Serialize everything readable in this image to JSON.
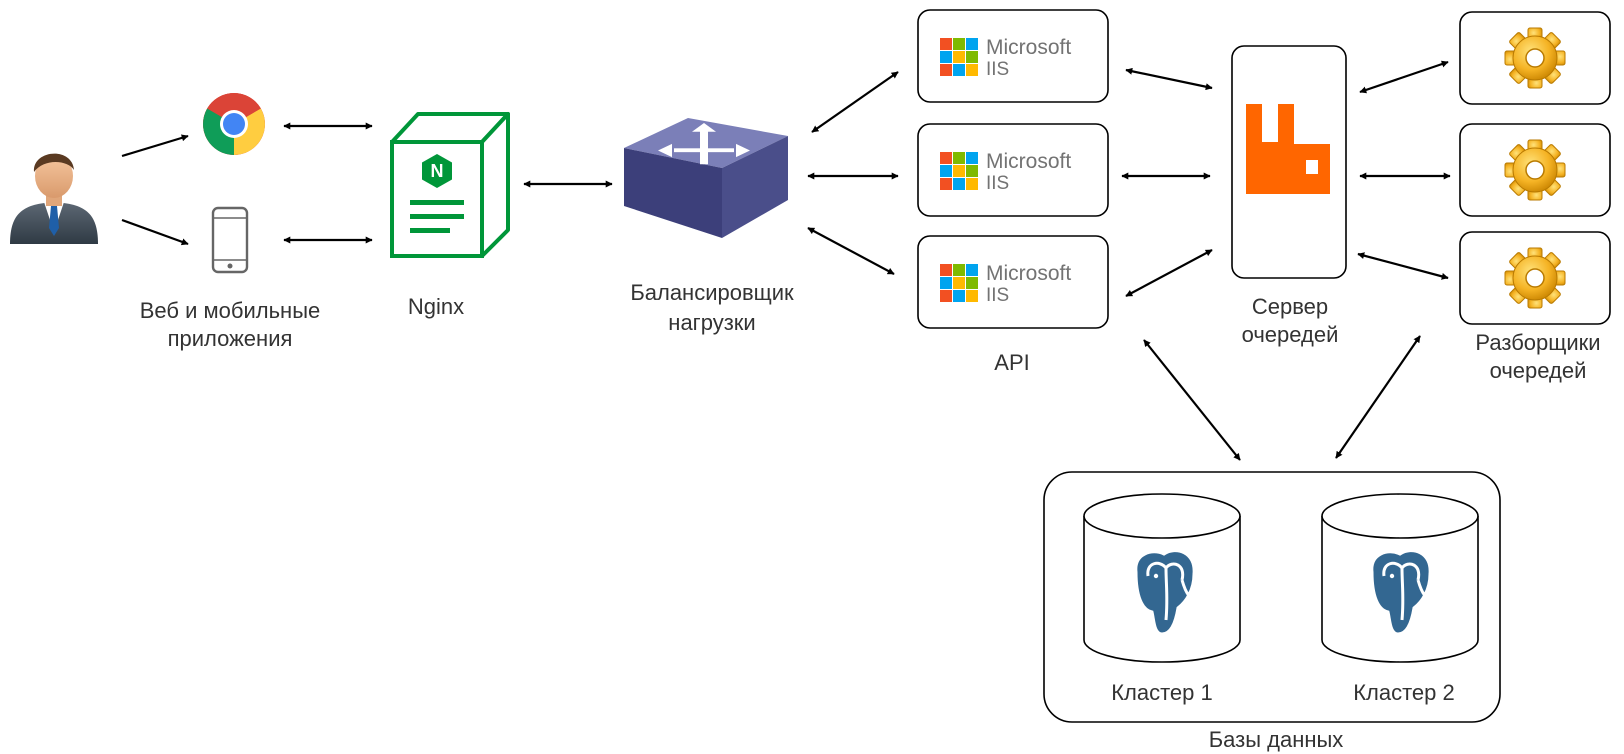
{
  "labels": {
    "apps_line1": "Веб и мобильные",
    "apps_line2": "приложения",
    "nginx": "Nginx",
    "balancer_line1": "Балансировщик",
    "balancer_line2": "нагрузки",
    "api": "API",
    "queue_line1": "Сервер",
    "queue_line2": "очередей",
    "workers_line1": "Разборщики",
    "workers_line2": "очередей",
    "cluster1": "Кластер 1",
    "cluster2": "Кластер 2",
    "databases": "Базы данных"
  },
  "iis_logo": {
    "word1": "Microsoft",
    "word2": "IIS"
  },
  "nginx_logo_letter": "N",
  "icons": {
    "user": "user-icon",
    "browser": "chrome-icon",
    "mobile": "smartphone-icon",
    "nginx": "nginx-server-icon",
    "balancer": "load-balancer-icon",
    "iis": "microsoft-iis-logo",
    "queue": "rabbitmq-icon",
    "worker": "gear-icon",
    "database": "postgresql-icon"
  },
  "colors": {
    "nginx_green": "#009639",
    "rabbitmq_orange": "#FF6600",
    "balancer_blue": "#4a4e8a",
    "gear_gold": "#f0b429",
    "postgres_blue": "#336791",
    "ms_red": "#f25022",
    "ms_green": "#7fba00",
    "ms_blue": "#00a4ef",
    "ms_yellow": "#ffb900"
  }
}
